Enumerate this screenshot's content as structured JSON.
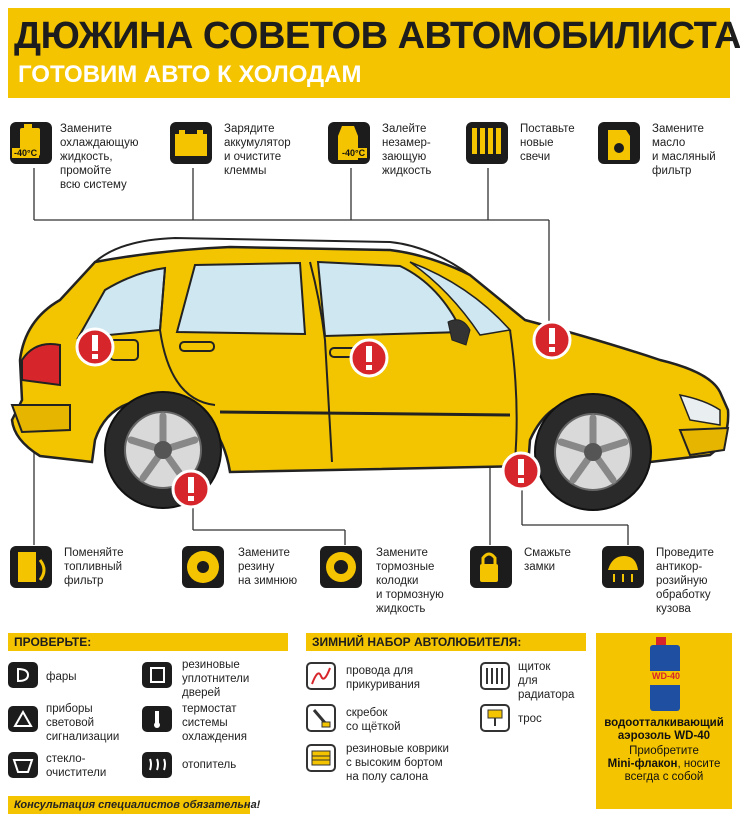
{
  "header": {
    "title": "ДЮЖИНА СОВЕТОВ АВТОМОБИЛИСТАМ",
    "subtitle": "ГОТОВИМ АВТО К ХОЛОДАМ"
  },
  "top_tips": [
    {
      "icon": "coolant-icon",
      "icon_label": "-40°C",
      "text": "Замените\nохлаждающую\nжидкость,\nпромойте\nвсю систему"
    },
    {
      "icon": "battery-icon",
      "text": "Зарядите\nаккумулятор\nи очистите\nклеммы"
    },
    {
      "icon": "washer-fluid-icon",
      "icon_label": "-40°C",
      "text": "Залейте\nнезамер-\nзающую\nжидкость"
    },
    {
      "icon": "spark-plugs-icon",
      "text": "Поставьте\nновые\nсвечи"
    },
    {
      "icon": "oil-can-icon",
      "text": "Замените\nмасло\nи масляный\nфильтр"
    }
  ],
  "bottom_tips": [
    {
      "icon": "fuel-filter-icon",
      "text": "Поменяйте\nтопливный\nфильтр"
    },
    {
      "icon": "winter-tire-icon",
      "text": "Замените\nрезину\nна зимнюю"
    },
    {
      "icon": "brake-icon",
      "text": "Замените\nтормозные\nколодки\nи тормозную\nжидкость"
    },
    {
      "icon": "lock-icon",
      "text": "Смажьте\nзамки"
    },
    {
      "icon": "anticorrosion-icon",
      "text": "Проведите\nантикор-\nрозийную\nобработку\nкузова"
    }
  ],
  "check_section": {
    "title": "ПРОВЕРЬТЕ:",
    "items": [
      {
        "icon": "headlight-icon",
        "text": "фары"
      },
      {
        "icon": "door-seal-icon",
        "text": "резиновые\nуплотнители\nдверей"
      },
      {
        "icon": "warning-light-icon",
        "text": "приборы\nсветовой\nсигнализации"
      },
      {
        "icon": "thermostat-icon",
        "text": "термостат\nсистемы\nохлаждения"
      },
      {
        "icon": "wiper-icon",
        "text": "стекло-\nочистители"
      },
      {
        "icon": "heater-icon",
        "text": "отопитель"
      }
    ]
  },
  "winter_kit": {
    "title": "ЗИМНИЙ НАБОР АВТОЛЮБИТЕЛЯ:",
    "items": [
      {
        "icon": "jumper-cables-icon",
        "text": "провода для\nприкуривания"
      },
      {
        "icon": "radiator-shield-icon",
        "text": "щиток\nдля\nрадиатора"
      },
      {
        "icon": "scraper-icon",
        "text": "скребок\nсо щёткой"
      },
      {
        "icon": "tow-rope-icon",
        "text": "трос"
      },
      {
        "icon": "floor-mat-icon",
        "text": "резиновые коврики\nс высоким бортом\nна полу салона"
      }
    ]
  },
  "wd40": {
    "can_label": "WD-40",
    "title": "водоотталкивающий\nаэрозоль WD-40",
    "line1": "Приобретите",
    "line2_bold": "Mini-флакон",
    "line2_rest": ", носите",
    "line3": "всегда с собой"
  },
  "footer": "Консультация специалистов обязательна!",
  "colors": {
    "accent": "#f5c400",
    "car": "#f2c500",
    "dark": "#1c1c1c",
    "alert": "#d7262b"
  }
}
